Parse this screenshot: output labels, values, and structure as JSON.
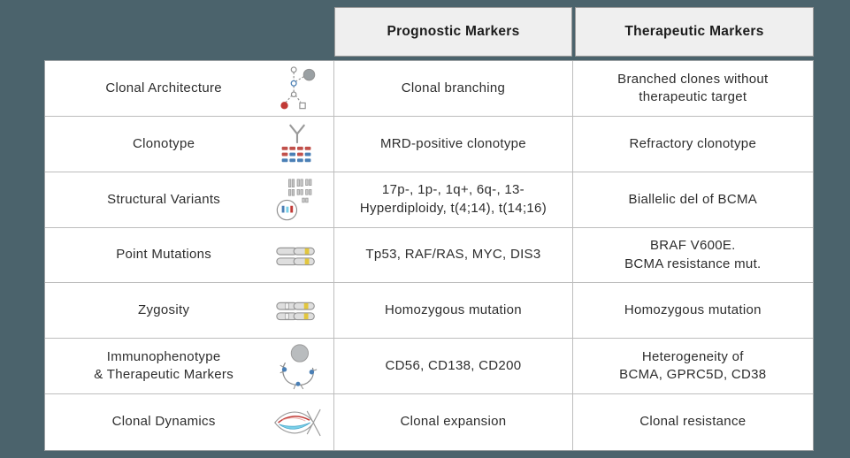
{
  "page": {
    "background_color": "#4b636c",
    "table_background": "#ffffff",
    "header_background": "#efefef",
    "border_color": "#bdbdbd",
    "accent_red": "#c13a36",
    "accent_blue": "#4a7fb5",
    "accent_yellow": "#e2c63d"
  },
  "table": {
    "headers": [
      {
        "label": "Prognostic Markers"
      },
      {
        "label": "Therapeutic Markers"
      }
    ],
    "rows": [
      {
        "label": "Clonal Architecture",
        "icon": "clonal-architecture-icon",
        "prognostic": "Clonal branching",
        "therapeutic": "Branched clones without\ntherapeutic target"
      },
      {
        "label": "Clonotype",
        "icon": "clonotype-icon",
        "prognostic": "MRD-positive clonotype",
        "therapeutic": "Refractory clonotype"
      },
      {
        "label": "Structural Variants",
        "icon": "structural-variants-icon",
        "prognostic": "17p-, 1p-, 1q+, 6q-, 13-\nHyperdiploidy, t(4;14), t(14;16)",
        "therapeutic": "Biallelic del of BCMA"
      },
      {
        "label": "Point Mutations",
        "icon": "point-mutations-icon",
        "prognostic": "Tp53, RAF/RAS, MYC, DIS3",
        "therapeutic": "BRAF V600E.\nBCMA resistance mut."
      },
      {
        "label": "Zygosity",
        "icon": "zygosity-icon",
        "prognostic": "Homozygous mutation",
        "therapeutic": "Homozygous mutation"
      },
      {
        "label": "Immunophenotype\n& Therapeutic Markers",
        "icon": "immunophenotype-icon",
        "prognostic": "CD56, CD138, CD200",
        "therapeutic": "Heterogeneity of\nBCMA, GPRC5D, CD38"
      },
      {
        "label": "Clonal Dynamics",
        "icon": "clonal-dynamics-icon",
        "prognostic": "Clonal expansion",
        "therapeutic": "Clonal resistance"
      }
    ]
  }
}
